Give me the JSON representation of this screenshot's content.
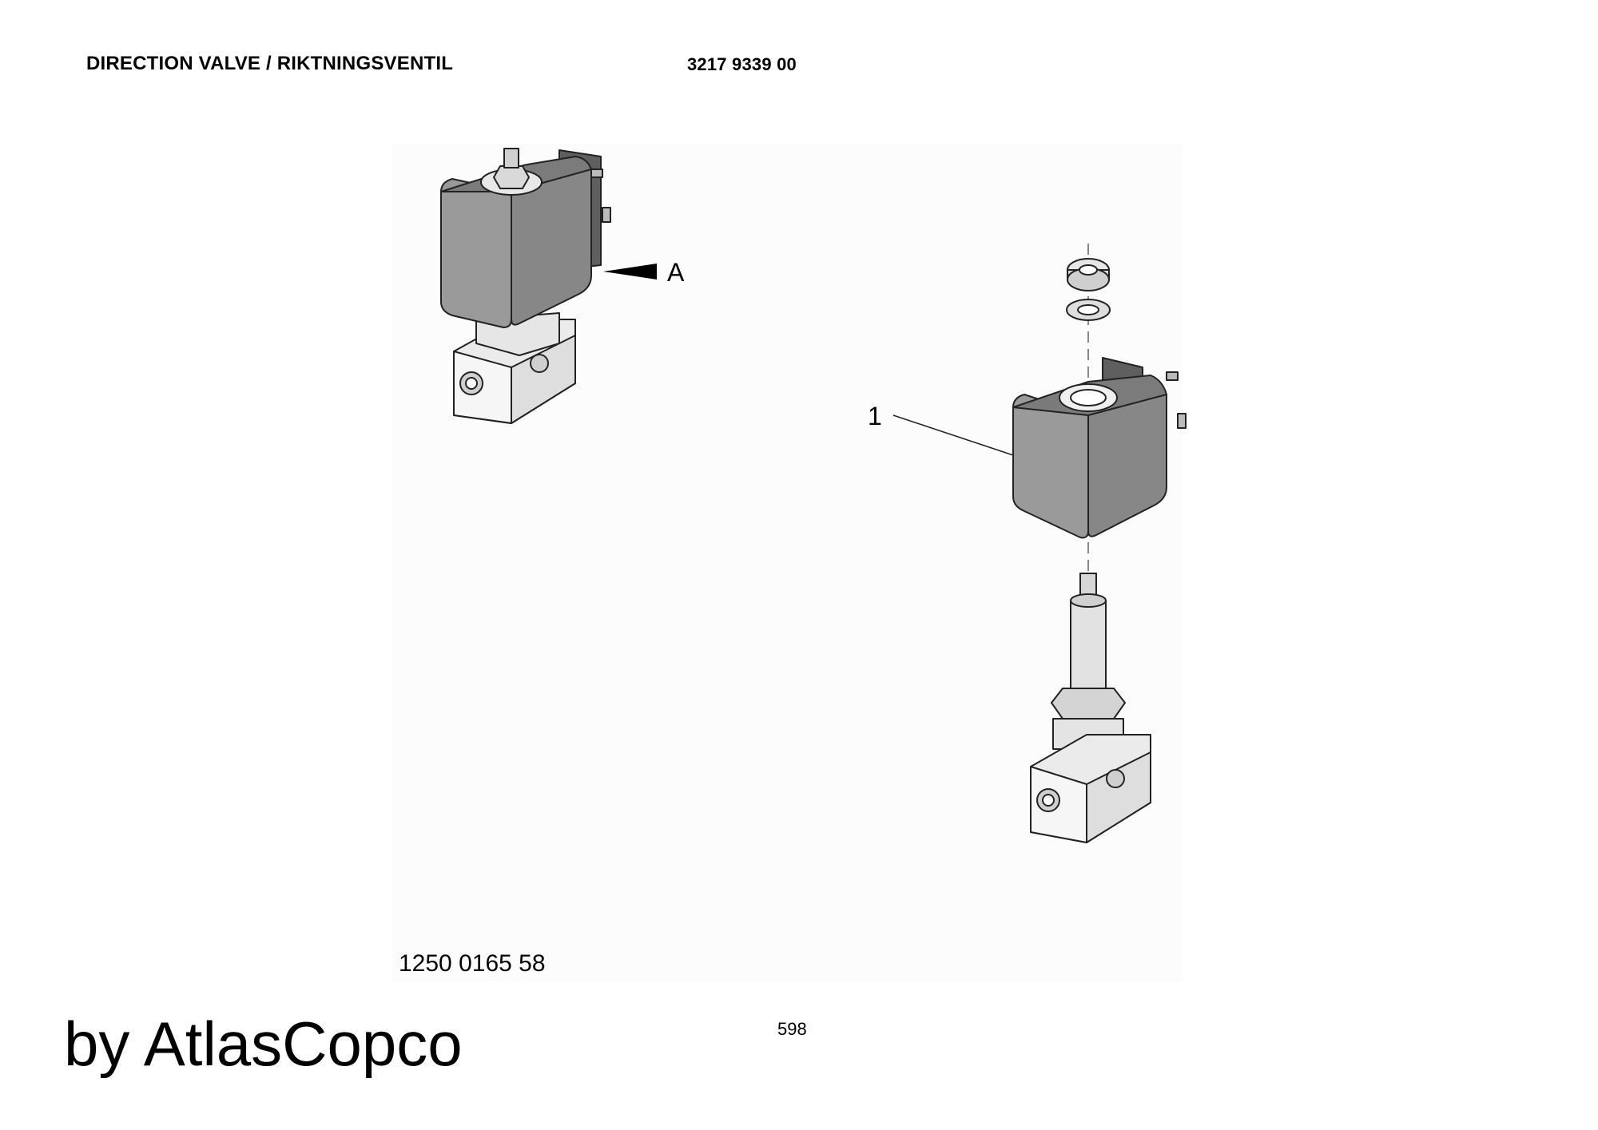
{
  "header": {
    "title": "DIRECTION VALVE / RIKTNINGSVENTIL",
    "part_number": "3217 9339 00"
  },
  "drawing": {
    "view_marker": "A",
    "item_callout": "1",
    "figure_number": "1250 0165 58",
    "colors": {
      "coil": "#8c8c8c",
      "coil_dark": "#6e6e6e",
      "metal": "#e4e4e4",
      "line": "#222222"
    }
  },
  "footer": {
    "page_number": "598",
    "brand": "by AtlasCopco"
  }
}
